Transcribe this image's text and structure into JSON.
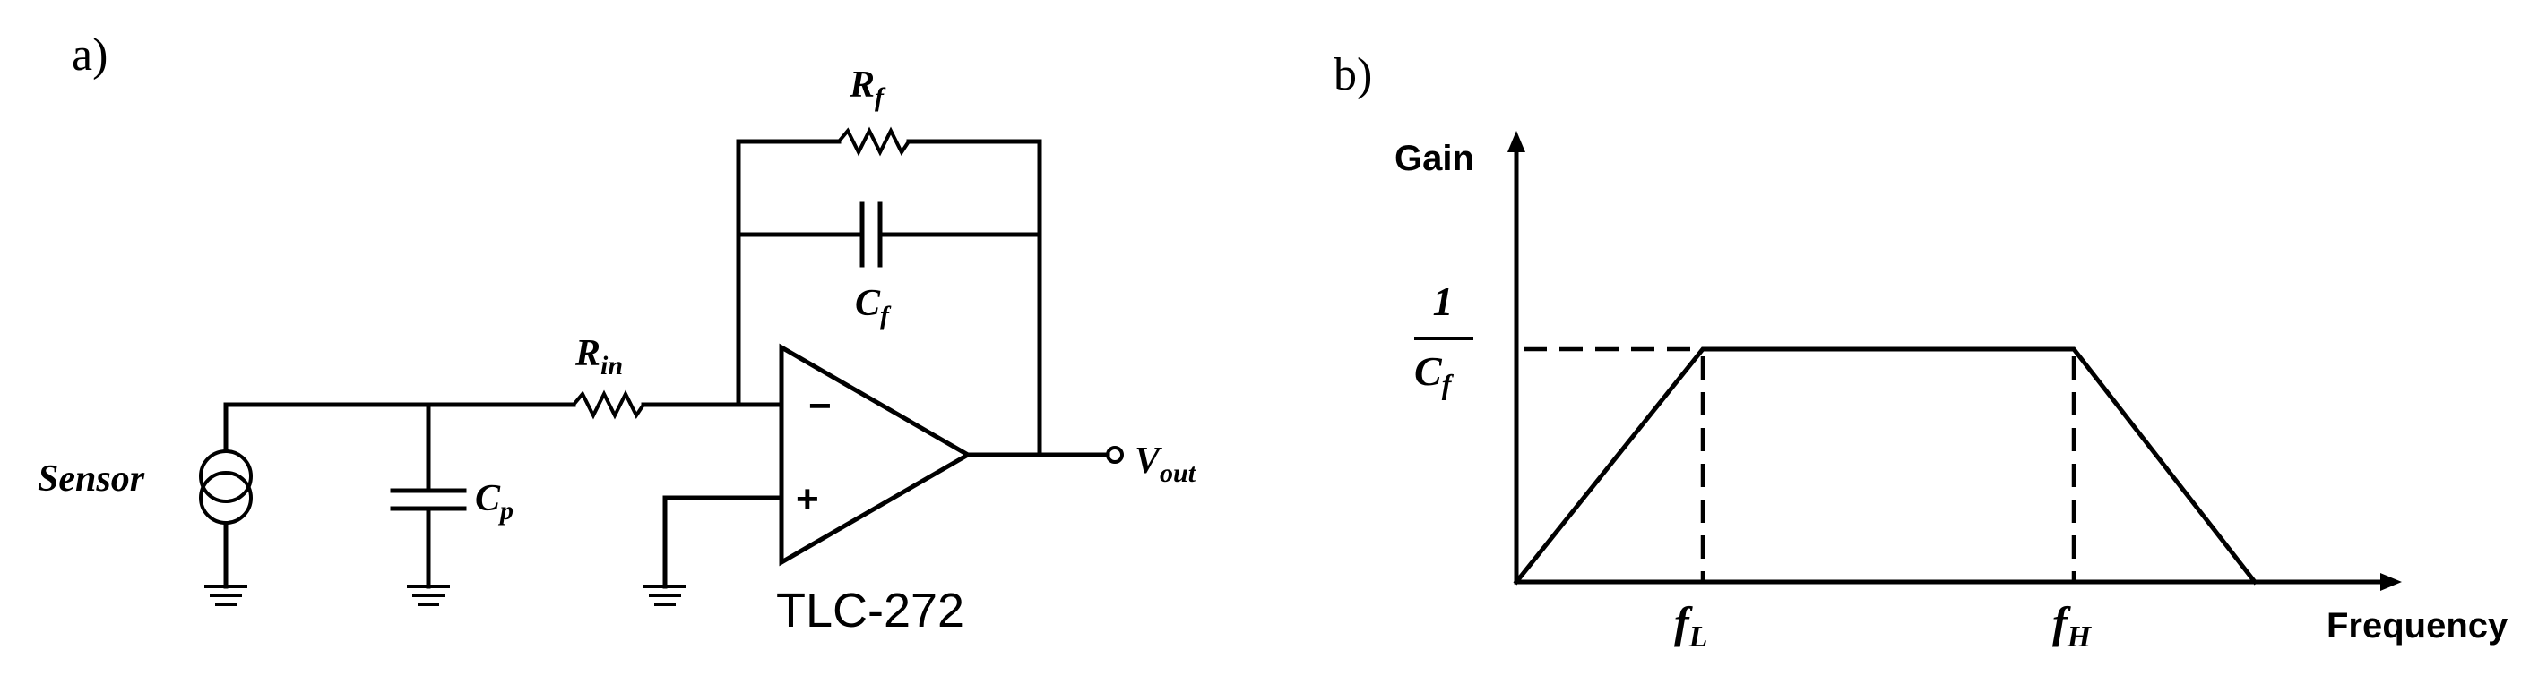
{
  "panel_a": {
    "label": "a)",
    "sensor_label": "Sensor",
    "cp": {
      "main": "C",
      "sub": "p"
    },
    "rin": {
      "main": "R",
      "sub": "in"
    },
    "rf": {
      "main": "R",
      "sub": "f"
    },
    "cf": {
      "main": "C",
      "sub": "f"
    },
    "vout": {
      "main": "V",
      "sub": "out"
    },
    "opamp_minus": "−",
    "opamp_plus": "+",
    "opamp_name": "TLC-272"
  },
  "panel_b": {
    "label": "b)",
    "y_axis_label": "Gain",
    "x_axis_label": "Frequency",
    "gain_numerator": "1",
    "gain_denominator": {
      "main": "C",
      "sub": "f"
    },
    "fl": {
      "main": "f",
      "sub": "L"
    },
    "fh": {
      "main": "f",
      "sub": "H"
    }
  }
}
